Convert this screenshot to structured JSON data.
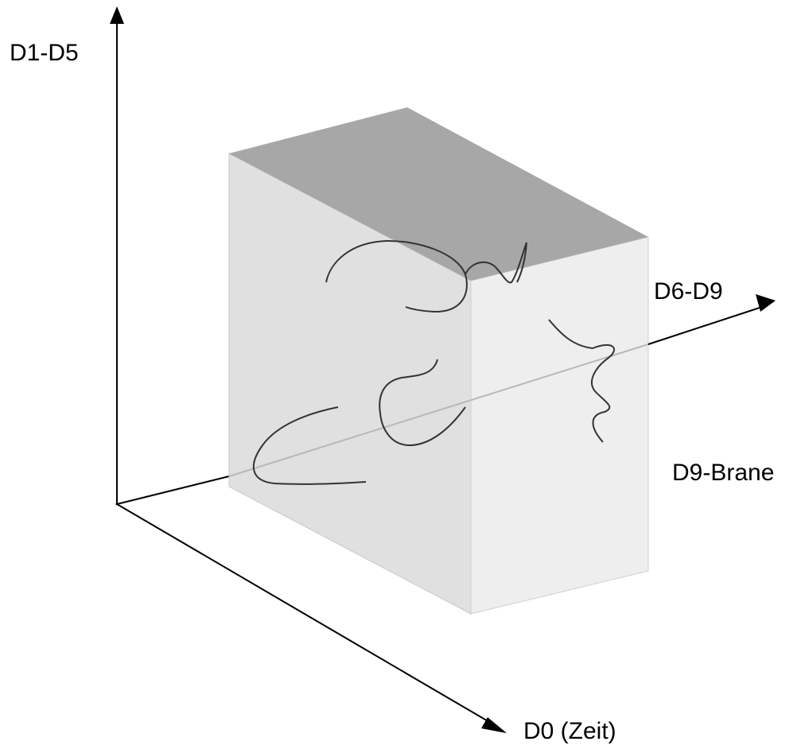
{
  "diagram": {
    "axes": {
      "vertical": "D1-D5",
      "depth": "D6-D9",
      "time": "D0 (Zeit)"
    },
    "brane_label": "D9-Brane",
    "colors": {
      "front_face": "#e0e0e0",
      "side_face": "#eeeeee",
      "top_face": "#a7a7a7",
      "axis": "#000000",
      "hidden_axis": "#b8b8b8",
      "strings": "#333333"
    },
    "string_count": 6
  }
}
